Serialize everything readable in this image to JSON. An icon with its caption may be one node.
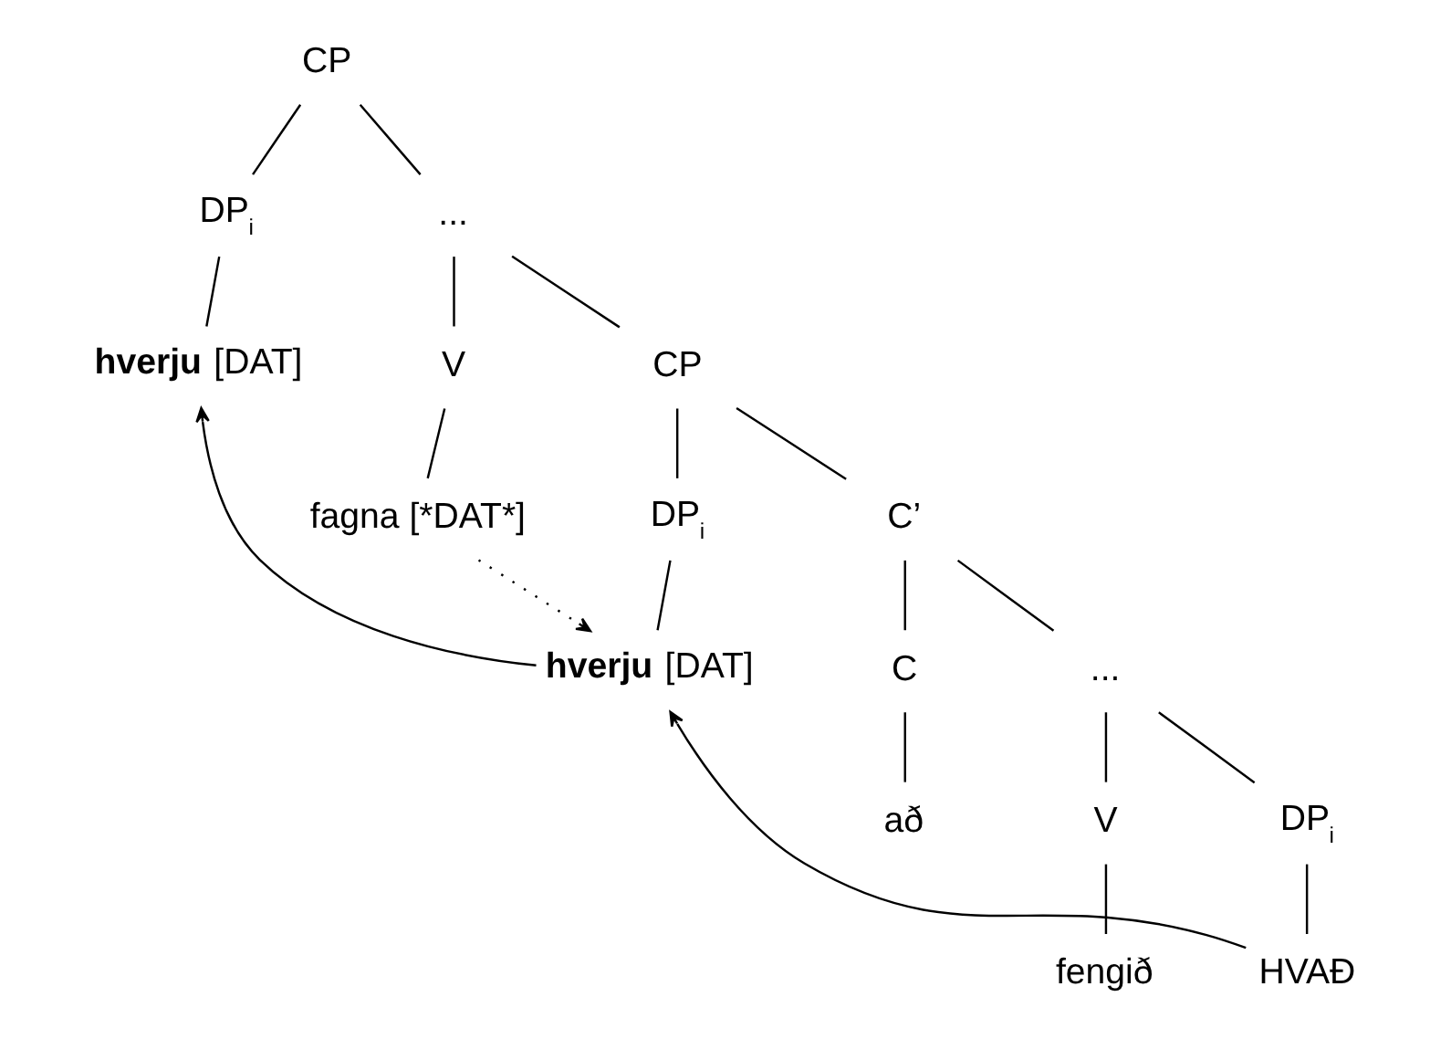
{
  "diagram": {
    "nodes": [
      {
        "text": [
          "CP"
        ]
      },
      {
        "text": [
          "DP$_{i}$"
        ]
      },
      {
        "text": [
          "**hverju** [DAT]"
        ]
      },
      {
        "text": [
          "..."
        ]
      },
      {
        "text": [
          "V"
        ]
      },
      {
        "text": [
          "CP"
        ]
      },
      {
        "text": [
          "fagna [*DAT*]"
        ]
      },
      {
        "text": [
          "DP$_{i}$"
        ]
      },
      {
        "text": [
          "C’"
        ]
      },
      {
        "text": [
          "**hverju** [DAT]"
        ]
      },
      {
        "text": [
          "C"
        ]
      },
      {
        "text": [
          "..."
        ]
      },
      {
        "text": [
          "að"
        ]
      },
      {
        "text": [
          "V"
        ]
      },
      {
        "text": [
          "DP$_{i}$"
        ]
      },
      {
        "text": [
          "fengið"
        ]
      },
      {
        "text": [
          "HVAÐ"
        ]
      }
    ],
    "edges": [
      {
        "from": 0,
        "to": 1,
        "arrow": "none"
      },
      {
        "from": 0,
        "to": 3,
        "arrow": "none"
      },
      {
        "from": 1,
        "to": 2,
        "arrow": "none"
      },
      {
        "from": 3,
        "to": 4,
        "arrow": "none"
      },
      {
        "from": 3,
        "to": 5,
        "arrow": "none"
      },
      {
        "from": 4,
        "to": 6,
        "arrow": "none"
      },
      {
        "from": 5,
        "to": 7,
        "arrow": "none"
      },
      {
        "from": 5,
        "to": 8,
        "arrow": "none"
      },
      {
        "from": 7,
        "to": 9,
        "arrow": "none"
      },
      {
        "from": 8,
        "to": 10,
        "arrow": "none"
      },
      {
        "from": 8,
        "to": 11,
        "arrow": "none"
      },
      {
        "from": 10,
        "to": 12,
        "arrow": "none"
      },
      {
        "from": 11,
        "to": 13,
        "arrow": "none"
      },
      {
        "from": 11,
        "to": 14,
        "arrow": "none"
      },
      {
        "from": 13,
        "to": 15,
        "arrow": "none"
      },
      {
        "from": 14,
        "to": 16,
        "arrow": "none"
      },
      {
        "from": 9,
        "to": 2,
        "arrow": "to"
      },
      {
        "from": 16,
        "to": 9,
        "arrow": "to"
      },
      {
        "from": 6,
        "to": 9,
        "arrow": "to",
        "style": "dashed"
      }
    ]
  }
}
